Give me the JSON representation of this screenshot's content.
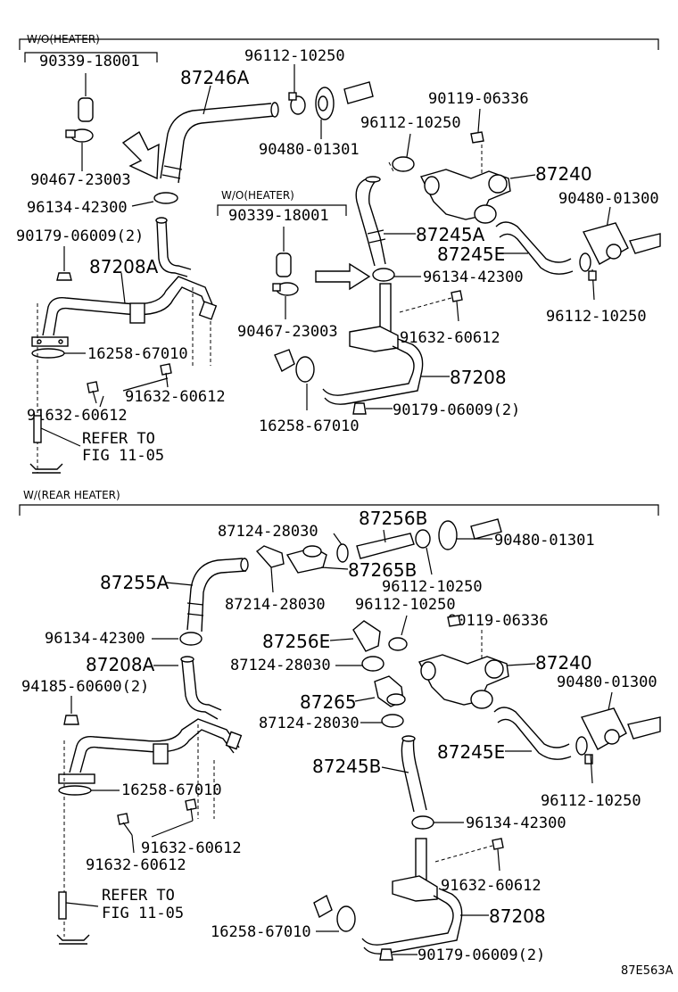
{
  "sections": {
    "top_heading": "W/O(HEATER)",
    "bottom_heading": "W/(REAR HEATER)",
    "mid_heading": "W/O(HEATER)"
  },
  "labels": {
    "t1": "90339-18001",
    "t2": "96112-10250",
    "t3": "87246A",
    "t4": "90119-06336",
    "t5": "96112-10250",
    "t6": "90480-01301",
    "t7": "90467-23003",
    "t8": "87240",
    "t9": "96134-42300",
    "t10": "90480-01300",
    "t11": "90339-18001",
    "t12": "90179-06009(2)",
    "t13": "87245A",
    "t14": "87245E",
    "t15": "87208A",
    "t16": "96134-42300",
    "t17": "96112-10250",
    "t18": "90467-23003",
    "t19": "91632-60612",
    "t20": "16258-67010",
    "t21": "87208",
    "t22": "91632-60612",
    "t23": "91632-60612",
    "t24": "90179-06009(2)",
    "t25": "16258-67010",
    "t26a": "REFER TO",
    "t26b": "FIG 11-05",
    "b1": "87256B",
    "b2": "87124-28030",
    "b3": "90480-01301",
    "b4": "87255A",
    "b5": "87265B",
    "b6": "96112-10250",
    "b7": "87214-28030",
    "b8": "96112-10250",
    "b9": "90119-06336",
    "b10": "96134-42300",
    "b11": "87256E",
    "b12": "87208A",
    "b13": "87124-28030",
    "b14": "87240",
    "b15": "94185-60600(2)",
    "b16": "90480-01300",
    "b17": "87265",
    "b18": "87124-28030",
    "b19": "87245E",
    "b20": "87245B",
    "b21": "16258-67010",
    "b22": "96112-10250",
    "b23": "96134-42300",
    "b24": "91632-60612",
    "b25": "91632-60612",
    "b26": "91632-60612",
    "b27a": "REFER TO",
    "b27b": "FIG 11-05",
    "b28": "87208",
    "b29": "16258-67010",
    "b30": "90179-06009(2)",
    "code": "87E563A"
  }
}
